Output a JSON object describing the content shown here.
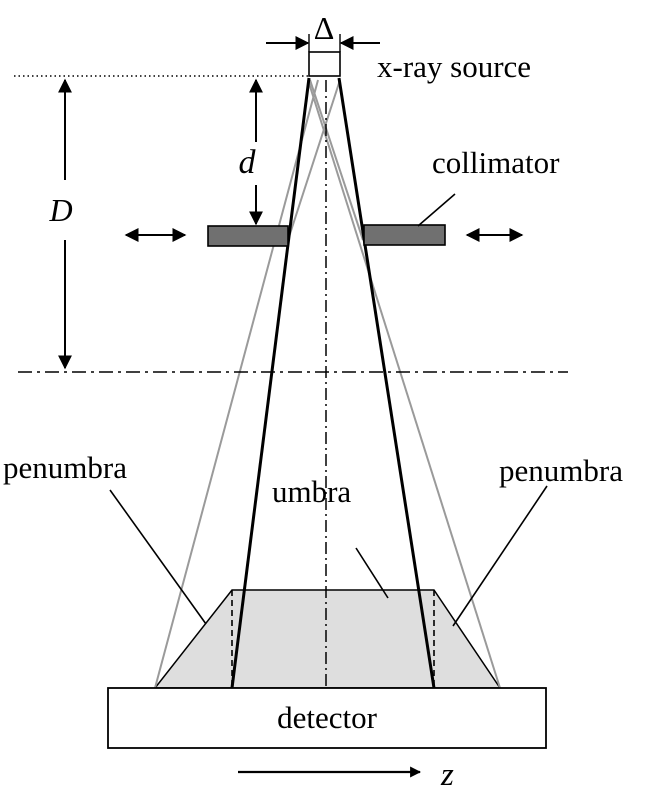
{
  "labels": {
    "delta": "Δ",
    "source": "x-ray source",
    "d": "d",
    "D": "D",
    "collimator": "collimator",
    "penumbra_left": "penumbra",
    "penumbra_right": "penumbra",
    "umbra": "umbra",
    "detector": "detector",
    "z": "z"
  },
  "colors": {
    "ink": "#000000",
    "collimator_fill": "#707070",
    "penumbra_ray": "#9a9a9a",
    "beam_fill": "#dedede",
    "background": "#ffffff"
  },
  "icons": {
    "horizontal_double_arrow": "double-arrow-icon",
    "direction_arrow": "arrow-right-icon"
  }
}
